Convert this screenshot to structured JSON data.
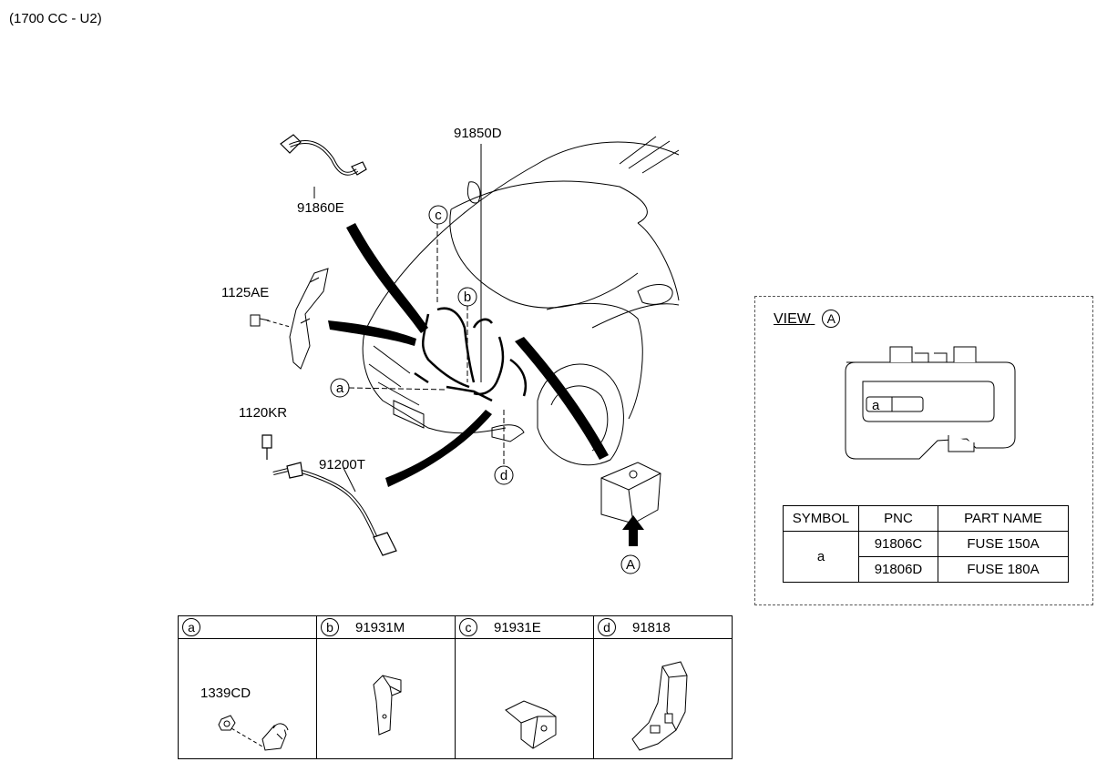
{
  "header": {
    "engine_label": "(1700 CC - U2)"
  },
  "callouts": {
    "p91850D": "91850D",
    "p91860E": "91860E",
    "p1125AE": "1125AE",
    "p1120KR": "1120KR",
    "p91200T": "91200T",
    "c": "c",
    "b": "b",
    "a": "a",
    "d": "d",
    "A": "A"
  },
  "view_a": {
    "title": "VIEW",
    "marker": "A",
    "fuse_slot_label": "a",
    "table": {
      "headers": [
        "SYMBOL",
        "PNC",
        "PART NAME"
      ],
      "symbol": "a",
      "rows": [
        {
          "pnc": "91806C",
          "part_name": "FUSE 150A"
        },
        {
          "pnc": "91806D",
          "part_name": "FUSE 180A"
        }
      ]
    }
  },
  "details": [
    {
      "letter": "a",
      "code": "",
      "sub_part": "1339CD"
    },
    {
      "letter": "b",
      "code": "91931M"
    },
    {
      "letter": "c",
      "code": "91931E"
    },
    {
      "letter": "d",
      "code": "91818"
    }
  ]
}
